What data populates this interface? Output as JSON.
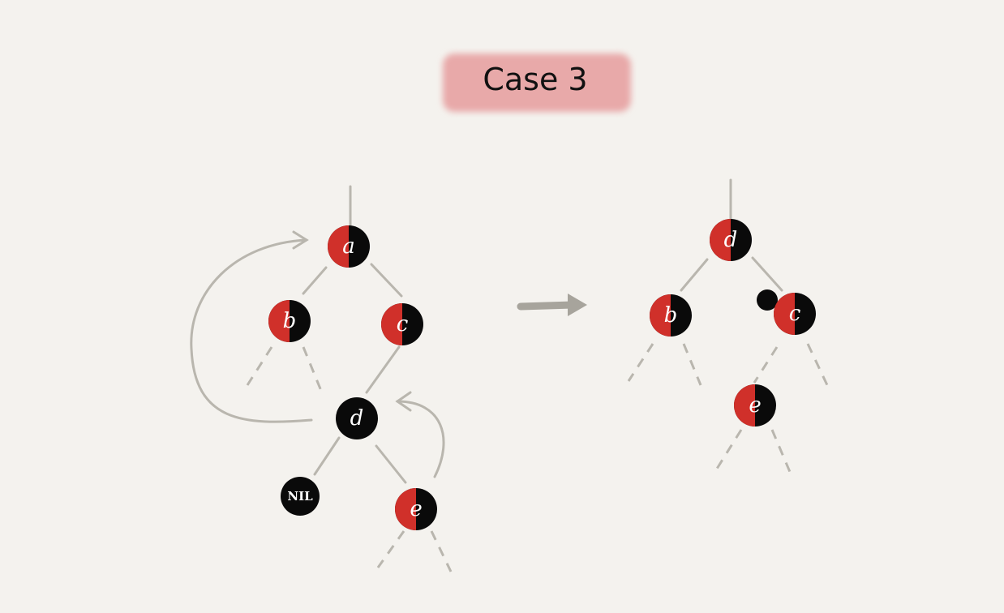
{
  "title": "Case 3",
  "colors": {
    "red": "#d0302a",
    "black": "#0a0a0a",
    "edge": "#b9b6ae",
    "badge": "#e8a9a9",
    "background": "#f4f2ee"
  },
  "before": {
    "a": "a",
    "b": "b",
    "c": "c",
    "d": "d",
    "nil": "NIL",
    "e": "e"
  },
  "after": {
    "d": "d",
    "b": "b",
    "c": "c",
    "e": "e"
  }
}
